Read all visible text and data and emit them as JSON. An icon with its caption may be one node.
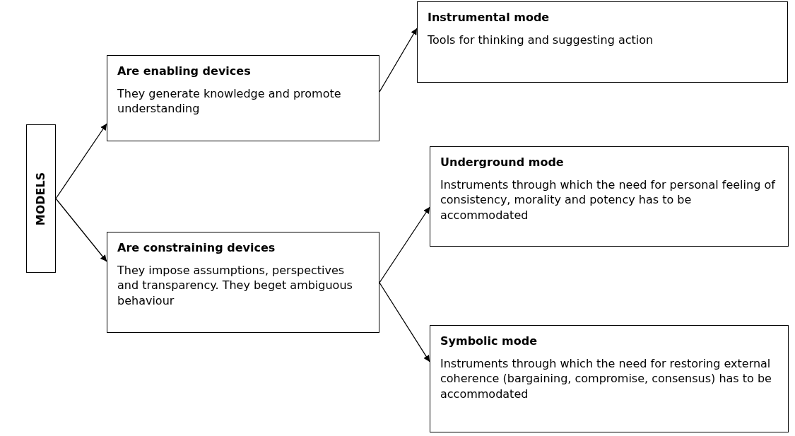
{
  "diagram": {
    "nodes": [
      {
        "text": [
          "MODELS"
        ]
      },
      {
        "text": [
          "Are enabling devices",
          "They generate knowledge and promote understanding"
        ]
      },
      {
        "text": [
          "Instrumental mode",
          "Tools for thinking and suggesting action"
        ]
      },
      {
        "text": [
          "Are constraining devices",
          "They impose assumptions, perspectives and transparency. They beget ambiguous behaviour"
        ]
      },
      {
        "text": [
          "Underground mode",
          "Instruments through which the need for personal feeling of consistency, morality and potency has to be accommodated"
        ]
      },
      {
        "text": [
          "Symbolic mode",
          "Instruments through which the need for restoring external coherence (bargaining, compromise, consensus) has to be accommodated"
        ]
      }
    ],
    "edges": [
      {
        "from": 0,
        "to": 1,
        "arrow": "to"
      },
      {
        "from": 0,
        "to": 3,
        "arrow": "to"
      },
      {
        "from": 1,
        "to": 2,
        "arrow": "to"
      },
      {
        "from": 3,
        "to": 4,
        "arrow": "to"
      },
      {
        "from": 3,
        "to": 5,
        "arrow": "to"
      }
    ]
  }
}
